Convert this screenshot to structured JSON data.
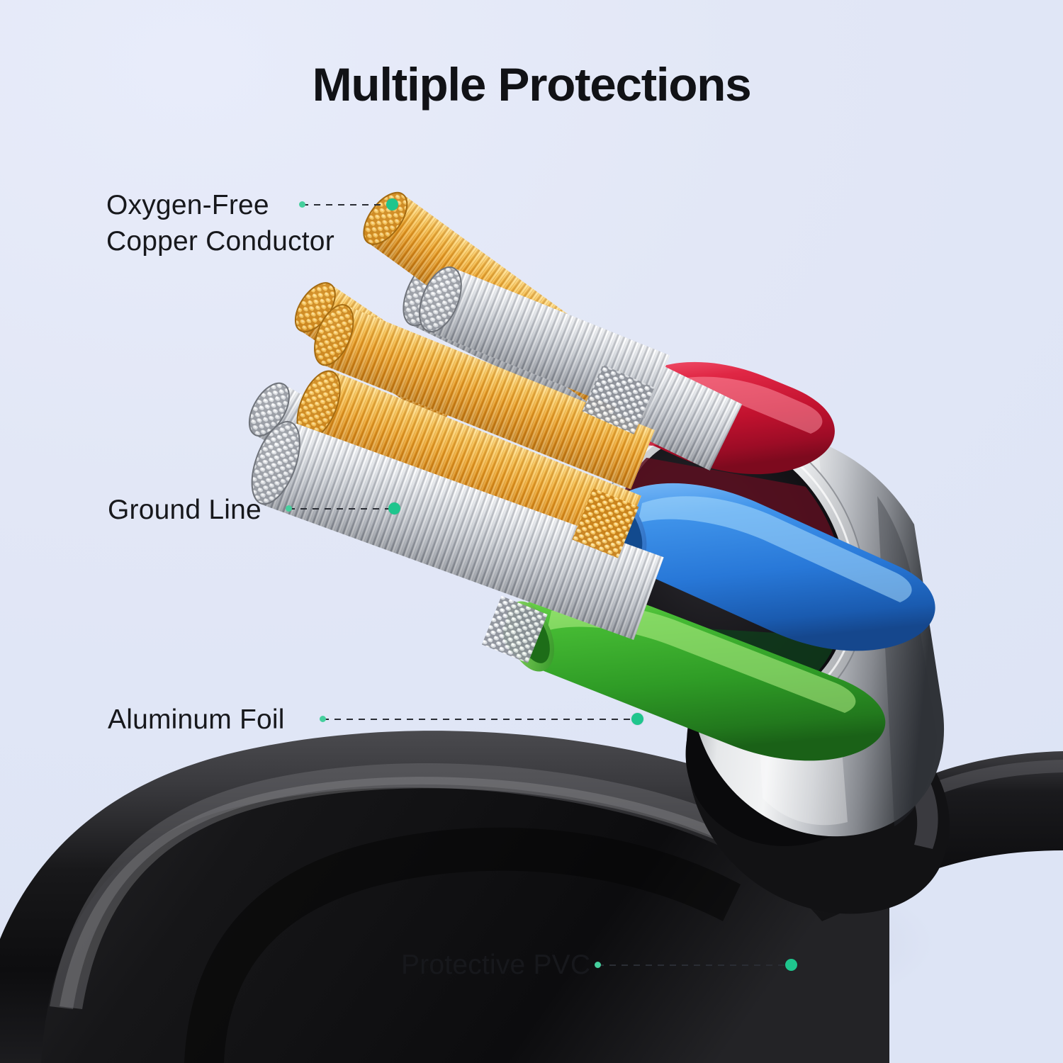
{
  "page": {
    "title": "Multiple Protections",
    "background_color": "#e4e9f8",
    "accent_color": "#1fc58d"
  },
  "callouts": [
    {
      "id": "oxygen-free-copper-conductor",
      "label": "Oxygen-Free\nCopper Conductor"
    },
    {
      "id": "ground-line",
      "label": "Ground Line"
    },
    {
      "id": "aluminum-foil",
      "label": "Aluminum Foil"
    },
    {
      "id": "protective-pvc",
      "label": "Protective PVC"
    }
  ],
  "illustration": {
    "subject": "cable-cutaway",
    "layers": [
      {
        "name": "Oxygen-Free Copper Conductor",
        "color": "#e8a22a"
      },
      {
        "name": "Ground Line",
        "color": "#c9ccd2"
      },
      {
        "name": "Aluminum Foil",
        "color": "#b9bcc2"
      },
      {
        "name": "Protective PVC",
        "color": "#1b1b1d"
      }
    ],
    "insulated_wires": [
      {
        "name": "red-wire",
        "color": "#d4203f"
      },
      {
        "name": "blue-wire",
        "color": "#3a8fe8"
      },
      {
        "name": "green-wire",
        "color": "#3cb030"
      }
    ]
  }
}
